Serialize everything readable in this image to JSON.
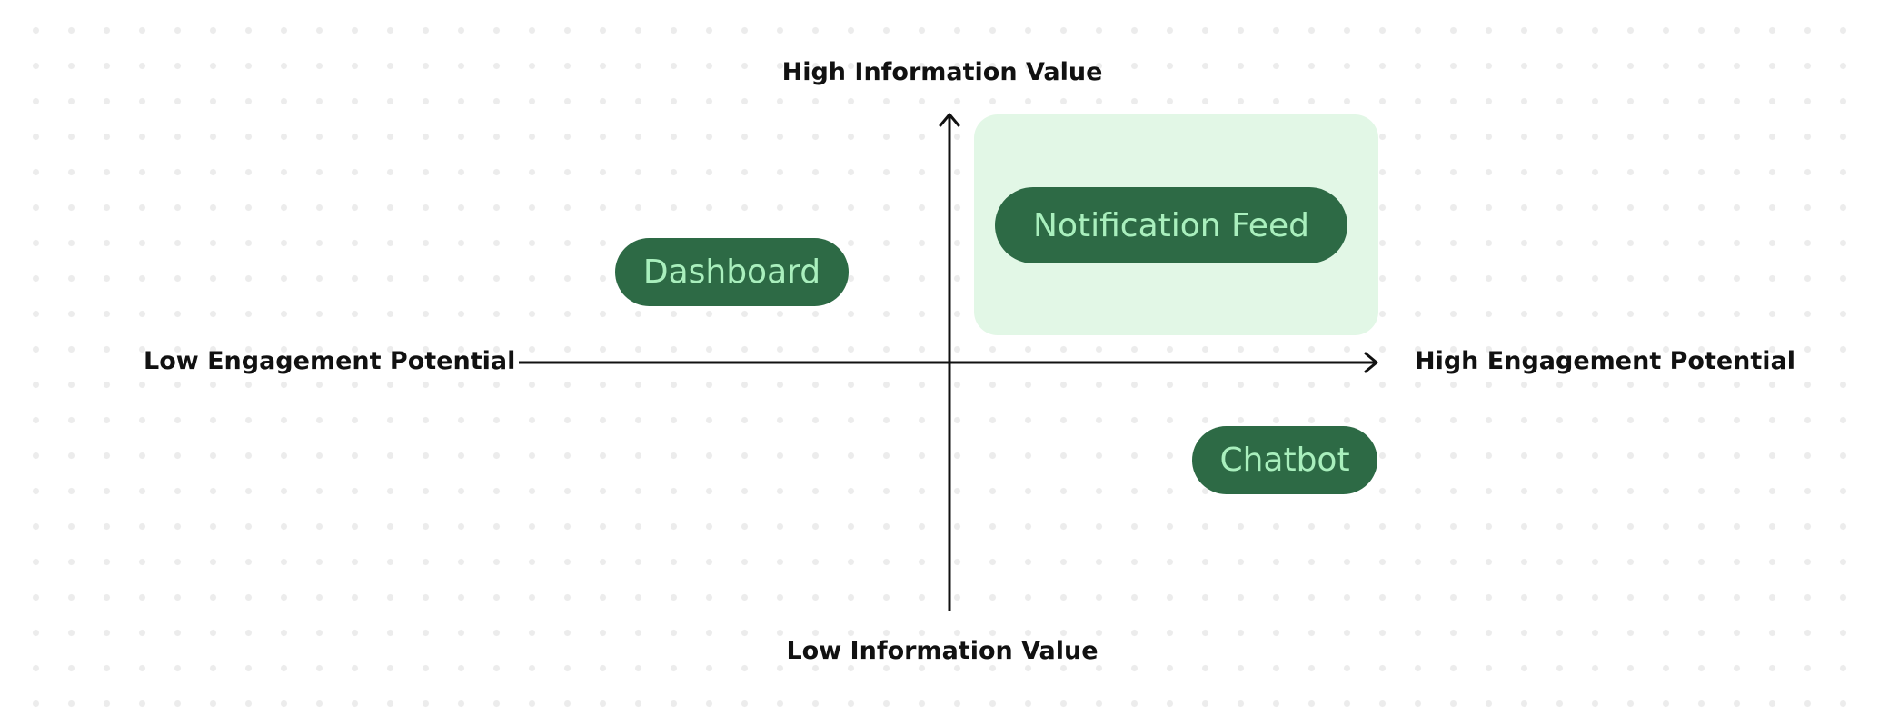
{
  "axes": {
    "top_label": "High Information Value",
    "bottom_label": "Low Information Value",
    "left_label": "Low Engagement Potential",
    "right_label": "High Engagement Potential"
  },
  "items": {
    "dashboard": "Dashboard",
    "notification_feed": "Notification Feed",
    "chatbot": "Chatbot"
  },
  "colors": {
    "pill_background": "#2d6a45",
    "pill_text": "#a9efbd",
    "highlight_zone": "#e2f7e6",
    "axis": "#111111",
    "dot_grid": "#ececec"
  }
}
